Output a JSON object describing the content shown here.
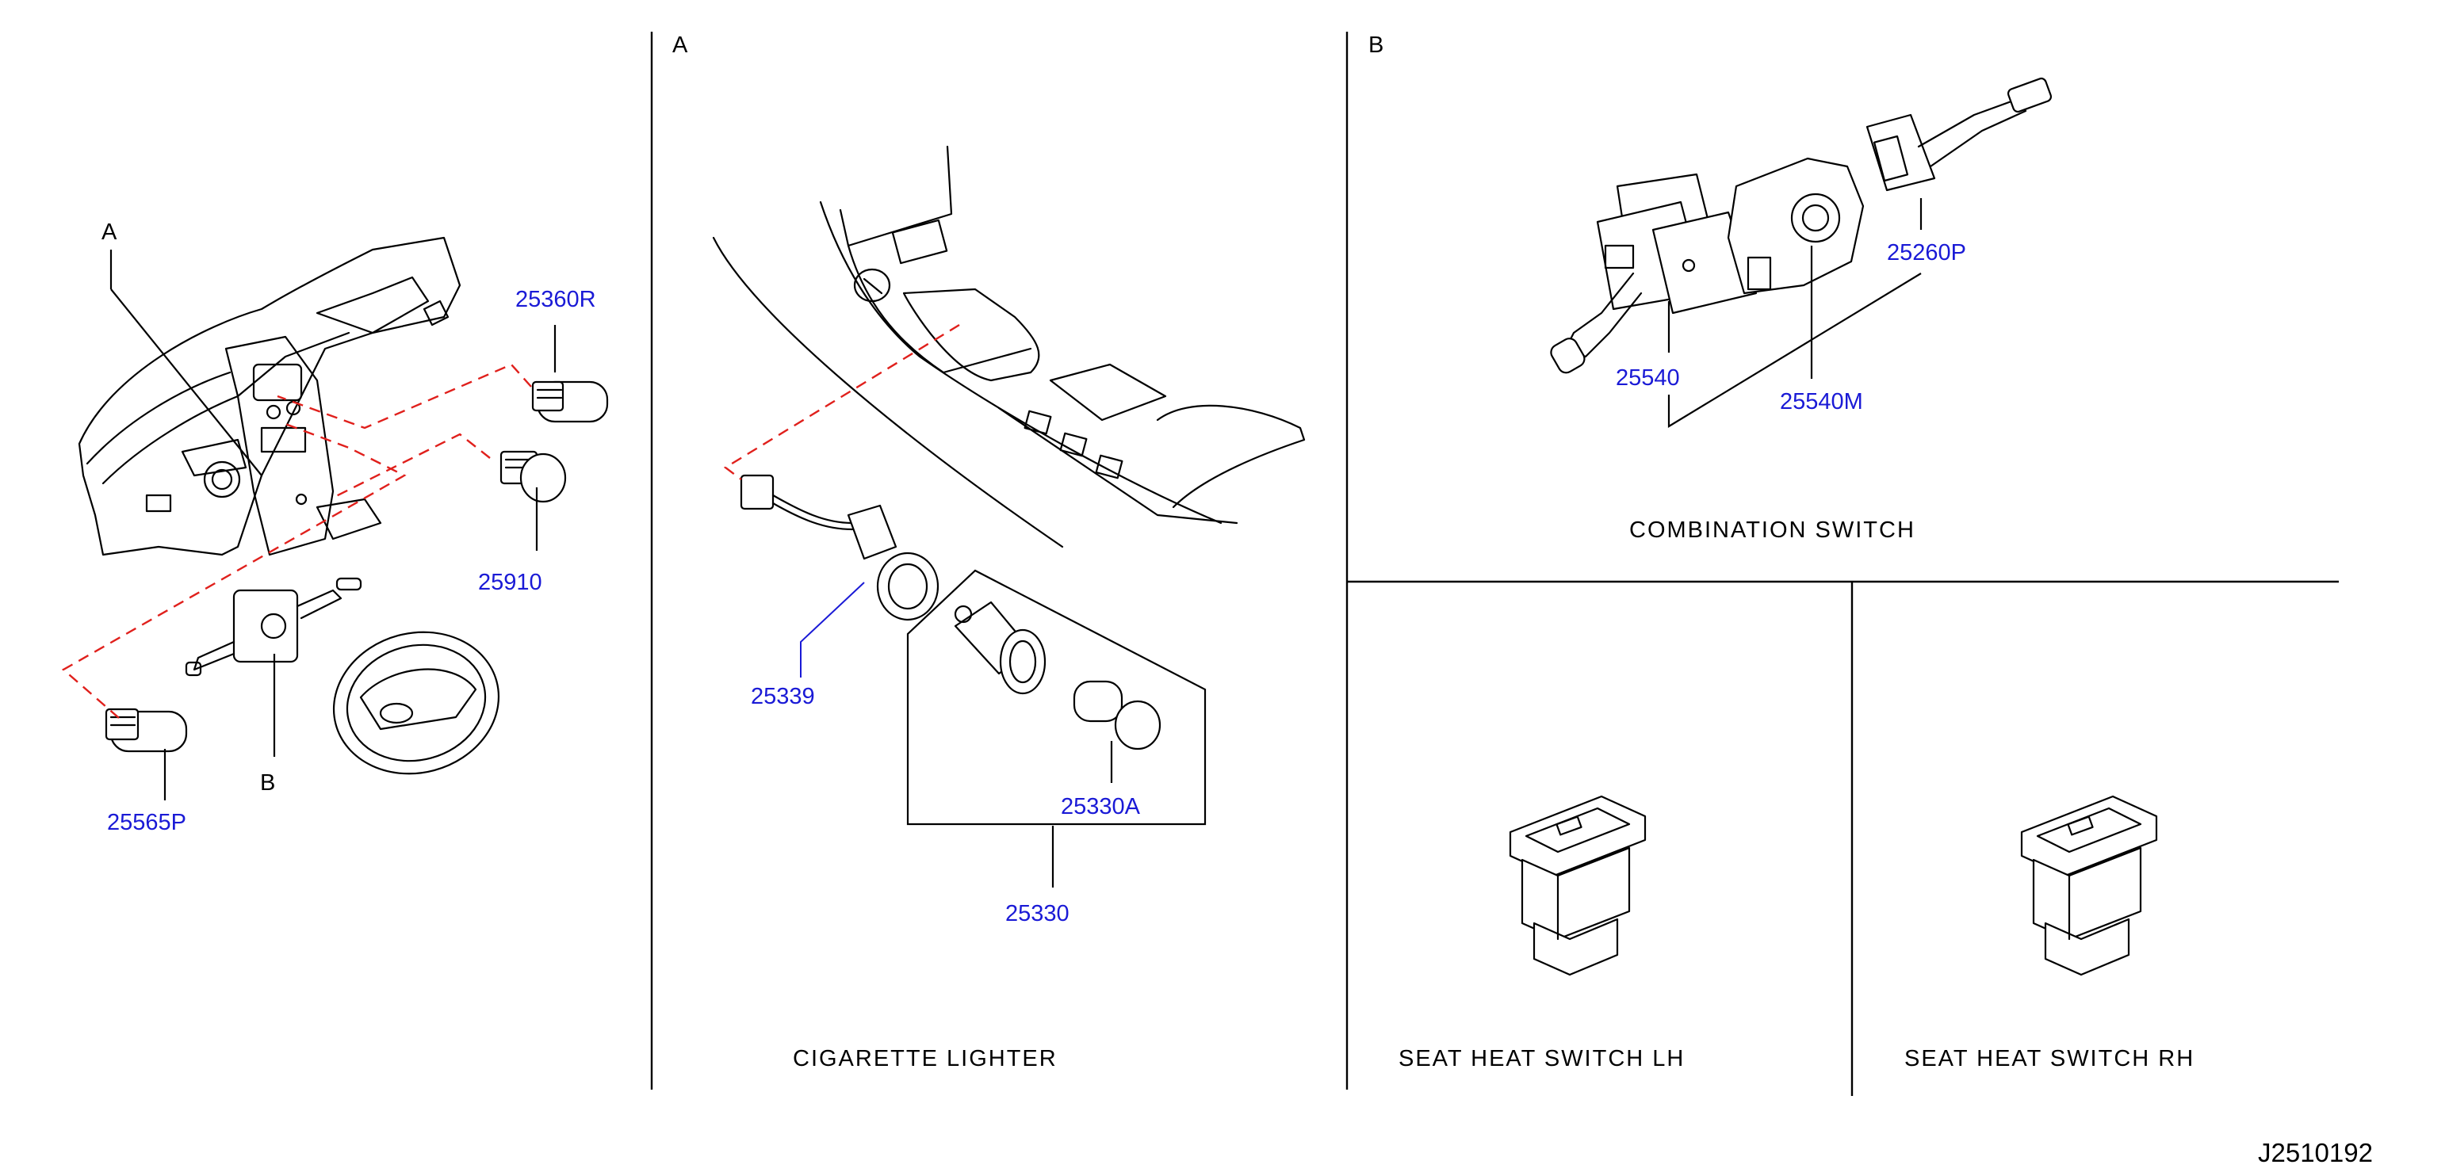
{
  "colors": {
    "part_number": "#1a1ad6",
    "leader_dash": "#e0201c",
    "line": "#000000"
  },
  "overview": {
    "ref_a": "A",
    "ref_b": "B",
    "parts": [
      "25360R",
      "25910",
      "25565P"
    ]
  },
  "lighter_panel": {
    "ref": "A",
    "parts": [
      "25339",
      "25330A",
      "25330"
    ],
    "title": "CIGARETTE   LIGHTER"
  },
  "combination_panel": {
    "ref": "B",
    "parts": [
      "25260P",
      "25540",
      "25540M"
    ],
    "title": "COMBINATION   SWITCH"
  },
  "seat_lh_panel": {
    "title": "SEAT   HEAT   SWITCH   LH"
  },
  "seat_rh_panel": {
    "title": "SEAT   HEAT   SWITCH   RH"
  },
  "footer": {
    "diagram_id": "J2510192"
  }
}
